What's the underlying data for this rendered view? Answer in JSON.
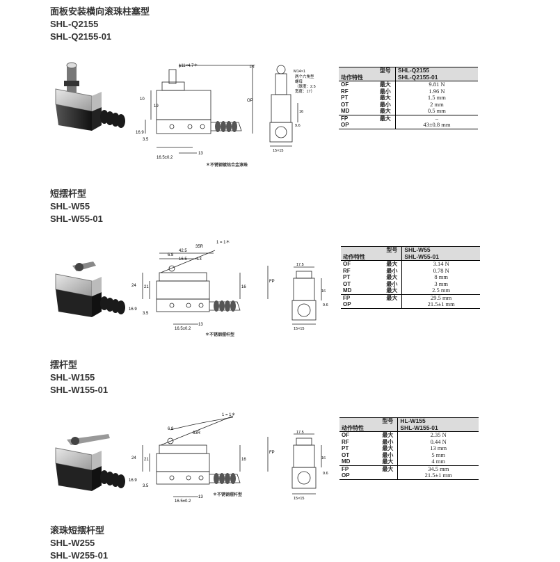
{
  "sections": [
    {
      "title": "面板安装横向滚珠柱塞型",
      "models": [
        "SHL-Q2155",
        "SHL-Q2155-01"
      ],
      "note": "＊不锈钢镀钴合金滚珠",
      "dims": {
        "d1": "ϕ11×4.7＊",
        "pt": "PT",
        "op": "OP",
        "m": "M14×1",
        "hex": "两个六角型",
        "nut": "螺母",
        "thick": "（厚度：2.5",
        "width": "宽度：17）",
        "a": "10",
        "b": "19",
        "c": "16.9",
        "d": "3.5",
        "e": "16.5±0.2",
        "f": "13",
        "g": "16",
        "h": "9.6",
        "i": "15×15"
      },
      "table": {
        "model_label": "型号",
        "char_label": "动作特性",
        "model_col": [
          "SHL-Q2155",
          "SHL-Q2155-01"
        ],
        "rows": [
          {
            "code": "OF",
            "qual": "最大",
            "val": "9.81 N"
          },
          {
            "code": "RF",
            "qual": "最小",
            "val": "1.96 N"
          },
          {
            "code": "PT",
            "qual": "最大",
            "val": "1.5 mm"
          },
          {
            "code": "OT",
            "qual": "最小",
            "val": "2 mm"
          },
          {
            "code": "MD",
            "qual": "最大",
            "val": "0.5 mm"
          },
          {
            "code": "FP",
            "qual": "最大",
            "val": "–"
          },
          {
            "code": "OP",
            "qual": "",
            "val": "43±0.8 mm"
          }
        ]
      }
    },
    {
      "title": "短摆杆型",
      "models": [
        "SHL-W55",
        "SHL-W55-01"
      ],
      "note": "＊不锈钢摆杆型",
      "dims": {
        "d1": "1 = 1＊",
        "r": "35R",
        "a": "6.8",
        "b": "42.5",
        "c": "16.5",
        "d": "13",
        "e": "24",
        "f": "21",
        "g": "16.9",
        "h": "3.5",
        "i": "16.5±0.2",
        "j": "13",
        "k": "16",
        "l": "FP",
        "m": "17.5",
        "n": "16",
        "o": "9.6",
        "p": "15×15"
      },
      "table": {
        "model_label": "型号",
        "char_label": "动作特性",
        "model_col": [
          "SHL-W55",
          "SHL-W55-01"
        ],
        "rows": [
          {
            "code": "OF",
            "qual": "最大",
            "val": "3.14 N"
          },
          {
            "code": "RF",
            "qual": "最小",
            "val": "0.78 N"
          },
          {
            "code": "PT",
            "qual": "最大",
            "val": "8 mm"
          },
          {
            "code": "OT",
            "qual": "最小",
            "val": "3 mm"
          },
          {
            "code": "MD",
            "qual": "最大",
            "val": "2.5 mm"
          },
          {
            "code": "FP",
            "qual": "最大",
            "val": "29.5 mm"
          },
          {
            "code": "OP",
            "qual": "",
            "val": "21.5±1 mm"
          }
        ]
      }
    },
    {
      "title": "摆杆型",
      "models": [
        "SHL-W155",
        "SHL-W155-01"
      ],
      "note": "＊不锈钢摆杆型",
      "dims": {
        "d1": "1 = 1＊",
        "r": "63R",
        "a": "6.8",
        "e": "24",
        "f": "21",
        "g": "16.9",
        "h": "3.5",
        "i": "16.5±0.2",
        "j": "13",
        "k": "16",
        "l": "FP",
        "m": "17.5",
        "n": "16",
        "o": "9.6",
        "p": "15×15"
      },
      "table": {
        "model_label": "型号",
        "char_label": "动作特性",
        "model_col": [
          "HL-W155",
          "SHL-W155-01"
        ],
        "rows": [
          {
            "code": "OF",
            "qual": "最大",
            "val": "2.35 N"
          },
          {
            "code": "RF",
            "qual": "最小",
            "val": "0.44 N"
          },
          {
            "code": "PT",
            "qual": "最大",
            "val": "13 mm"
          },
          {
            "code": "OT",
            "qual": "最小",
            "val": "5 mm"
          },
          {
            "code": "MD",
            "qual": "最大",
            "val": "4 mm"
          },
          {
            "code": "FP",
            "qual": "最大",
            "val": "34.5 mm"
          },
          {
            "code": "OP",
            "qual": "",
            "val": "21.5±1 mm"
          }
        ]
      }
    },
    {
      "title": "滚珠短摆杆型",
      "models": [
        "SHL-W255",
        "SHL-W255-01"
      ]
    }
  ]
}
